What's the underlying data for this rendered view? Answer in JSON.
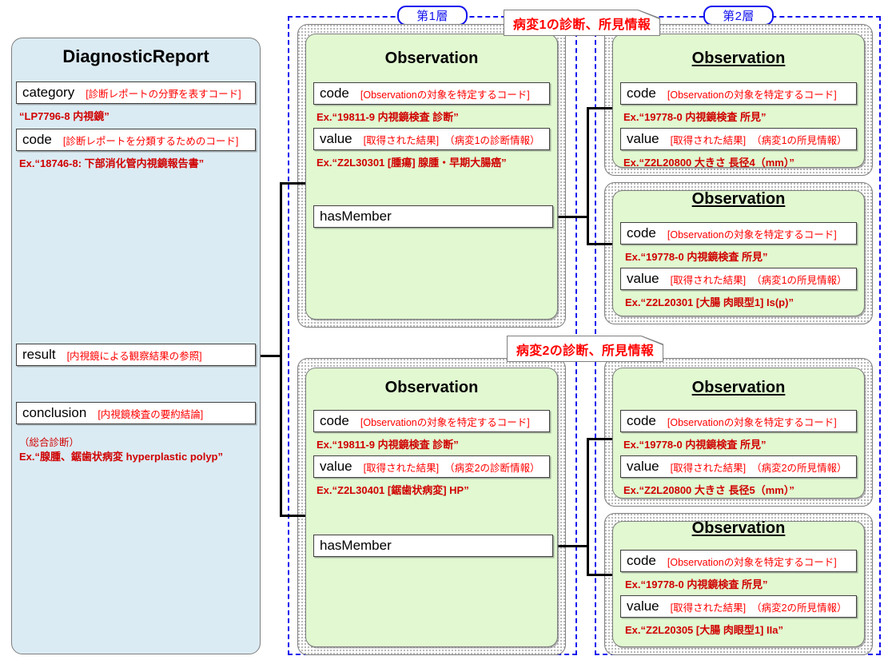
{
  "layers": {
    "layer1_label": "第1層",
    "layer2_label": "第2層"
  },
  "callouts": {
    "lesion1": "病変1の診断、所見情報",
    "lesion2": "病変2の診断、所見情報"
  },
  "diagnostic_report": {
    "title": "DiagnosticReport",
    "fields": [
      {
        "name": "category",
        "desc": "[診断レポートの分野を表すコード]",
        "example": "“LP7796-8  内視鏡”"
      },
      {
        "name": "code",
        "desc": "[診断レポートを分類するためのコード]",
        "example": "Ex.“18746-8: 下部消化管内視鏡報告書”"
      },
      {
        "name": "result",
        "desc": "[内視鏡による観察結果の参照]",
        "example": ""
      },
      {
        "name": "conclusion",
        "desc": "[内視鏡検査の要約結論]",
        "example_note": "（総合診断）",
        "example": "Ex.“腺腫、鋸歯状病変  hyperplastic polyp”"
      }
    ]
  },
  "observations": {
    "lesion1_diagnosis": {
      "title": "Observation",
      "underlined": false,
      "code": {
        "name": "code",
        "desc": "[Observationの対象を特定するコード]",
        "example": "Ex.“19811-9  内視鏡検査 診断”"
      },
      "value": {
        "name": "value",
        "desc": "[取得された結果]",
        "desc2": "（病変1の診断情報）",
        "example": "Ex.“Z2L30301  [腫瘍] 腺腫・早期大腸癌”"
      },
      "has_member": "hasMember"
    },
    "lesion1_finding_size": {
      "title": "Observation",
      "underlined": true,
      "code": {
        "name": "code",
        "desc": "[Observationの対象を特定するコード]",
        "example": "Ex.“19778-0  内視鏡検査 所見”"
      },
      "value": {
        "name": "value",
        "desc": "[取得された結果]",
        "desc2": "（病変1の所見情報）",
        "example": "Ex.“Z2L20800  大きさ  長径4（mm）”"
      }
    },
    "lesion1_finding_shape": {
      "title": "Observation",
      "underlined": true,
      "code": {
        "name": "code",
        "desc": "[Observationの対象を特定するコード]",
        "example": "Ex.“19778-0  内視鏡検査 所見”"
      },
      "value": {
        "name": "value",
        "desc": "[取得された結果]",
        "desc2": "（病変1の所見情報）",
        "example": "Ex.“Z2L20301  [大腸 肉眼型1] Is(p)”"
      }
    },
    "lesion2_diagnosis": {
      "title": "Observation",
      "underlined": false,
      "code": {
        "name": "code",
        "desc": "[Observationの対象を特定するコード]",
        "example": "Ex.“19811-9  内視鏡検査 診断”"
      },
      "value": {
        "name": "value",
        "desc": "[取得された結果]",
        "desc2": "（病変2の診断情報）",
        "example": "Ex.“Z2L30401  [鋸歯状病変] HP”"
      },
      "has_member": "hasMember"
    },
    "lesion2_finding_size": {
      "title": "Observation",
      "underlined": true,
      "code": {
        "name": "code",
        "desc": "[Observationの対象を特定するコード]",
        "example": "Ex.“19778-0  内視鏡検査 所見”"
      },
      "value": {
        "name": "value",
        "desc": "[取得された結果]",
        "desc2": "（病変2の所見情報）",
        "example": "Ex.“Z2L20800  大きさ 長径5（mm）”"
      }
    },
    "lesion2_finding_shape": {
      "title": "Observation",
      "underlined": true,
      "code": {
        "name": "code",
        "desc": "[Observationの対象を特定するコード]",
        "example": "Ex.“19778-0  内視鏡検査 所見”"
      },
      "value": {
        "name": "value",
        "desc": "[取得された結果]",
        "desc2": "（病変2の所見情報）",
        "example": "Ex.“Z2L20305  [大腸 肉眼型1] IIa”"
      }
    }
  },
  "colors": {
    "panel_blue": "#dbebf3",
    "observation_green": "#e1f8d1",
    "layer_border_blue": "#1010ee",
    "annotation_red": "#ff0000",
    "example_red": "#d00000"
  }
}
